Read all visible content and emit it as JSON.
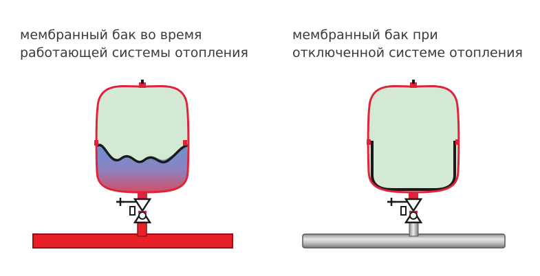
{
  "left_panel": {
    "caption_line1": "мембранный бак во время",
    "caption_line2": "работающей системы отопления",
    "state": "heating-on",
    "pipe_color": "#e8202a"
  },
  "right_panel": {
    "caption_line1": "мембранный бак при",
    "caption_line2": "отключенной системе отопления",
    "state": "heating-off",
    "pipe_color": "#b8b8b8"
  },
  "colors": {
    "tank_outline": "#e0223a",
    "tank_fill": "#d3e9d3",
    "membrane": "#1a1a1a",
    "water_cold": "#6d8fd2",
    "water_hot": "#e8404a",
    "valve": "#1a1a1a"
  },
  "icons": {
    "valve": "valve-icon",
    "tank": "expansion-tank-icon"
  }
}
